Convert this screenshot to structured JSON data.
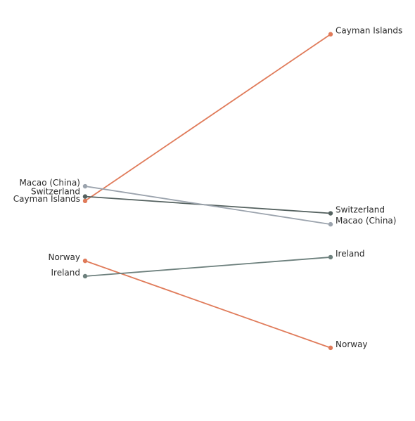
{
  "chart_data": {
    "type": "slope",
    "grid": false,
    "axes_visible": false,
    "y_direction": "higher-is-up",
    "series": [
      {
        "name": "Cayman Islands",
        "start": 5.4,
        "end": 28.2,
        "color": "#e07b5a"
      },
      {
        "name": "Switzerland",
        "start": 6.0,
        "end": 3.7,
        "color": "#54615f"
      },
      {
        "name": "Macao (China)",
        "start": 7.4,
        "end": 2.2,
        "color": "#9ba3ad"
      },
      {
        "name": "Norway",
        "start": -2.8,
        "end": -14.7,
        "color": "#e07b5a"
      },
      {
        "name": "Ireland",
        "start": -4.9,
        "end": -2.3,
        "color": "#6d807d"
      }
    ]
  }
}
